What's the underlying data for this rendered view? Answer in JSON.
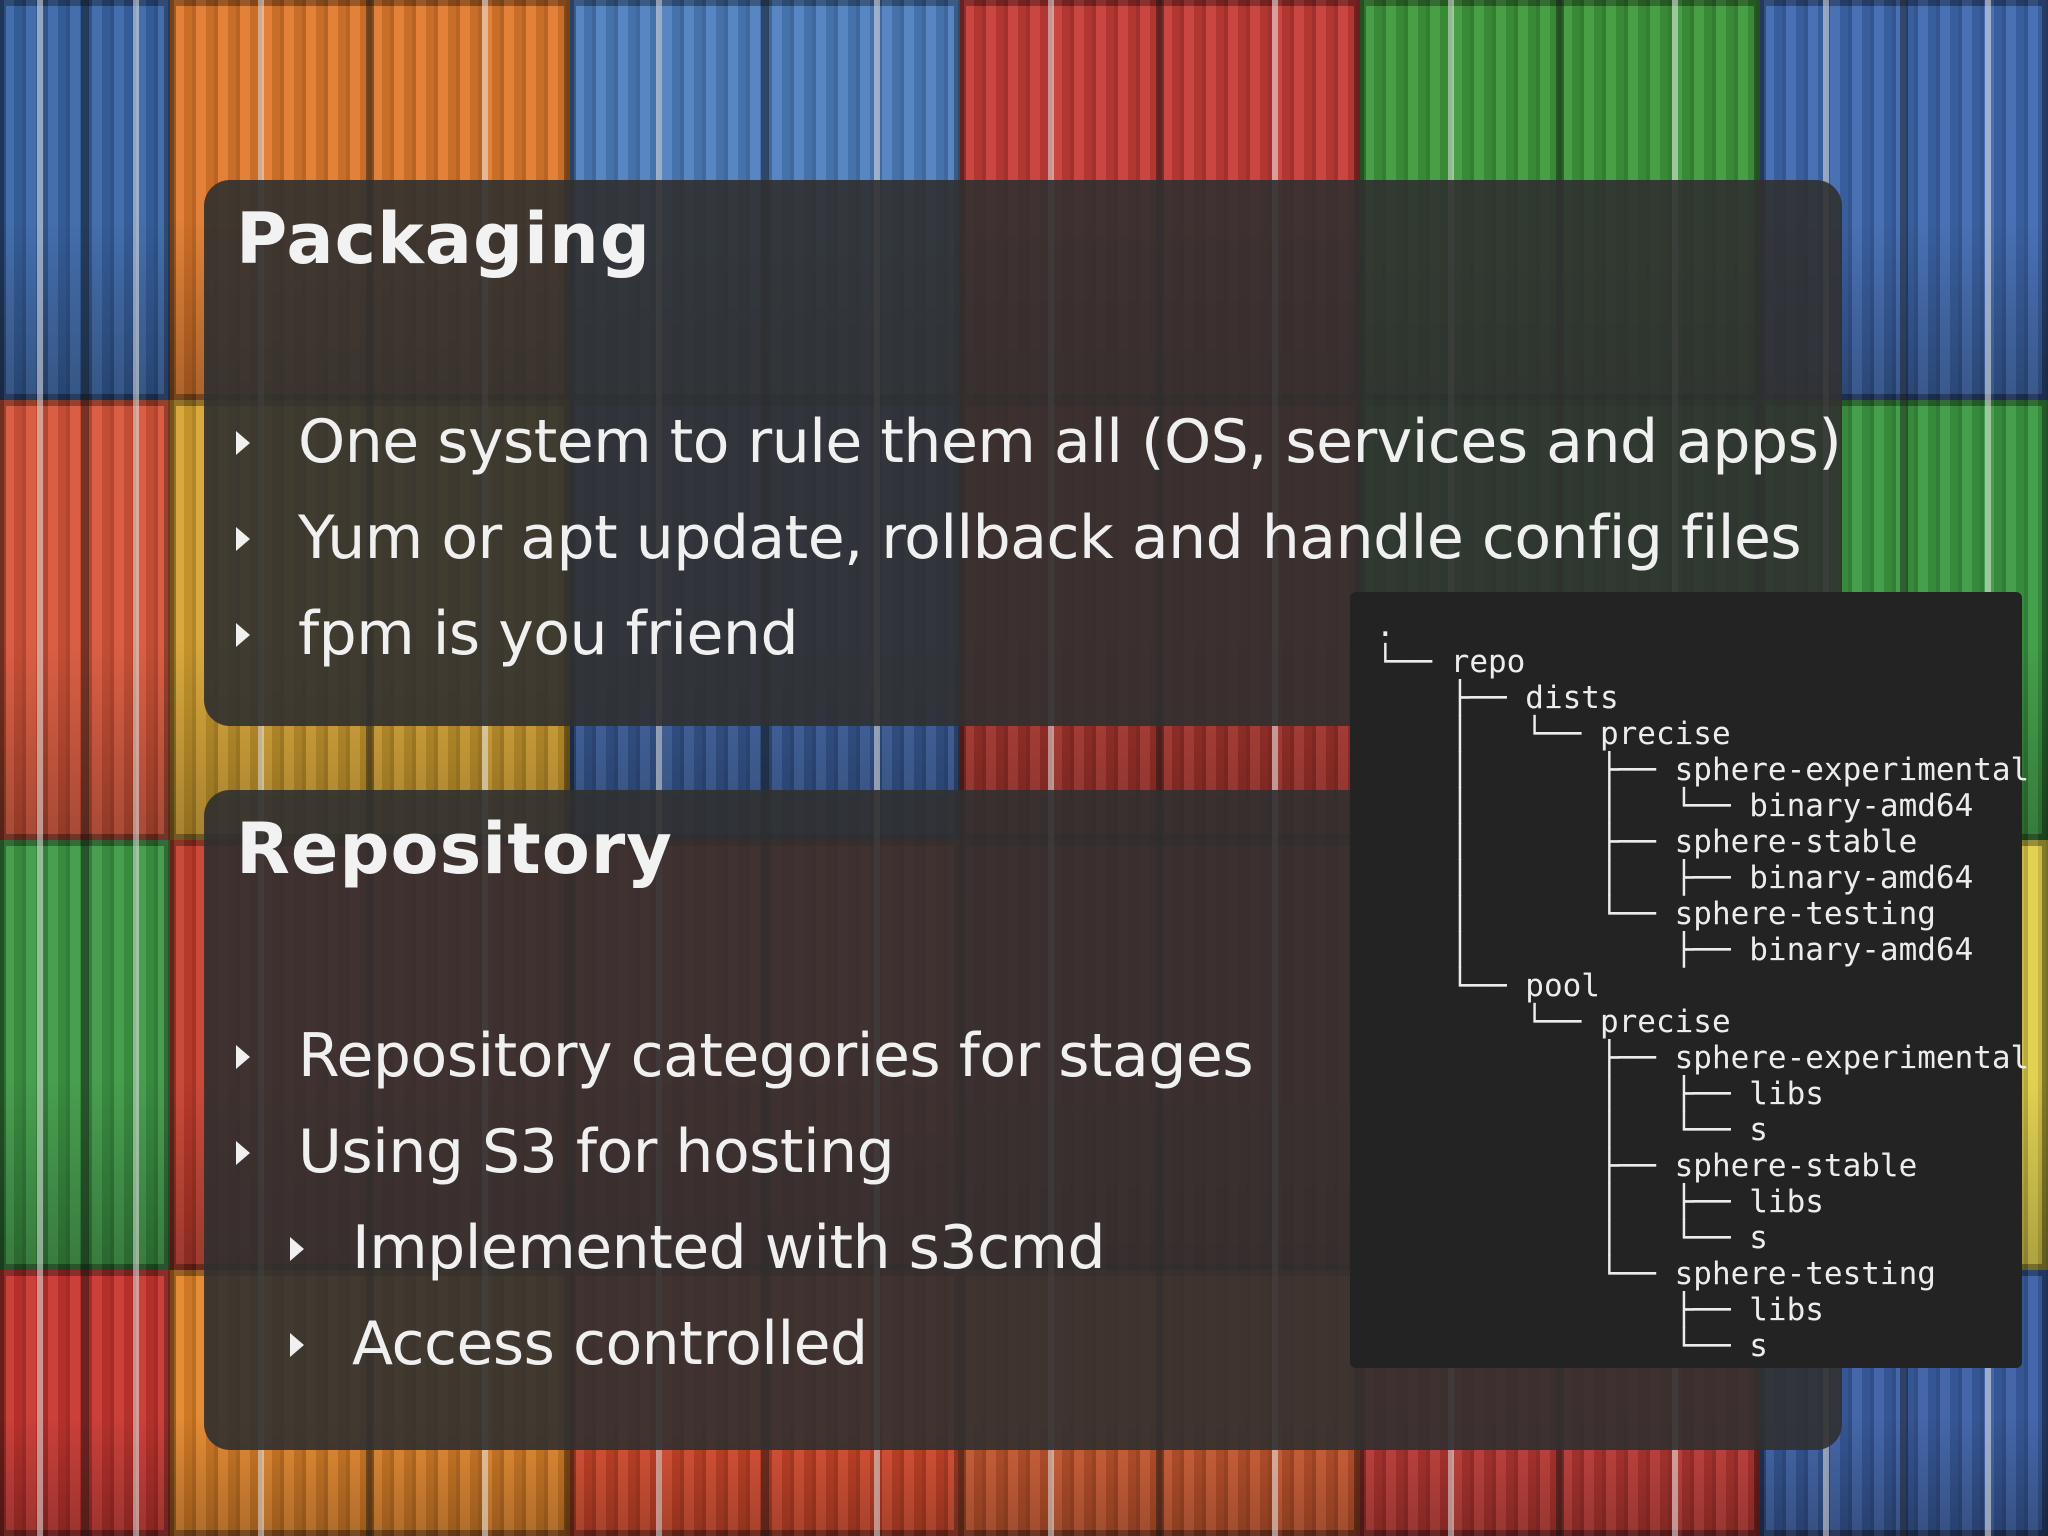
{
  "slide": {
    "packaging": {
      "title": "Packaging",
      "bullets": [
        "One system to rule them all (OS, services and apps)",
        "Yum or apt update, rollback and handle config files",
        "fpm is you friend"
      ]
    },
    "repository": {
      "title": "Repository",
      "bullets": [
        "Repository categories for stages",
        "Using S3 for hosting"
      ],
      "sub_bullets": [
        "Implemented with s3cmd",
        "Access controlled"
      ]
    },
    "tree": [
      ".",
      "└── repo",
      "    ├── dists",
      "    │   └── precise",
      "    │       ├── sphere-experimental",
      "    │       │   └── binary-amd64",
      "    │       ├── sphere-stable",
      "    │       │   ├── binary-amd64",
      "    │       └── sphere-testing",
      "    │           ├── binary-amd64",
      "    └── pool",
      "        └── precise",
      "            ├── sphere-experimental",
      "            │   ├── libs",
      "            │   └── s",
      "            ├── sphere-stable",
      "            │   ├── libs",
      "            │   └── s",
      "            └── sphere-testing",
      "                ├── libs",
      "                └── s"
    ]
  },
  "background": {
    "container_colors": [
      "#3a66a8",
      "#e07a2c",
      "#4e7fbf",
      "#c63c38",
      "#3f9a3c",
      "#3f69b0",
      "#d9563a",
      "#d8a431",
      "#3b5f9e",
      "#b0372f",
      "#2f8f3a",
      "#3c9a42",
      "#3e9a46",
      "#c9402f",
      "#c63b33",
      "#a8332c",
      "#3a3a3a",
      "#e0d04a",
      "#c93630",
      "#e4862a",
      "#d94a2c",
      "#cf5a30",
      "#c23a35",
      "#3b5fa5"
    ]
  }
}
